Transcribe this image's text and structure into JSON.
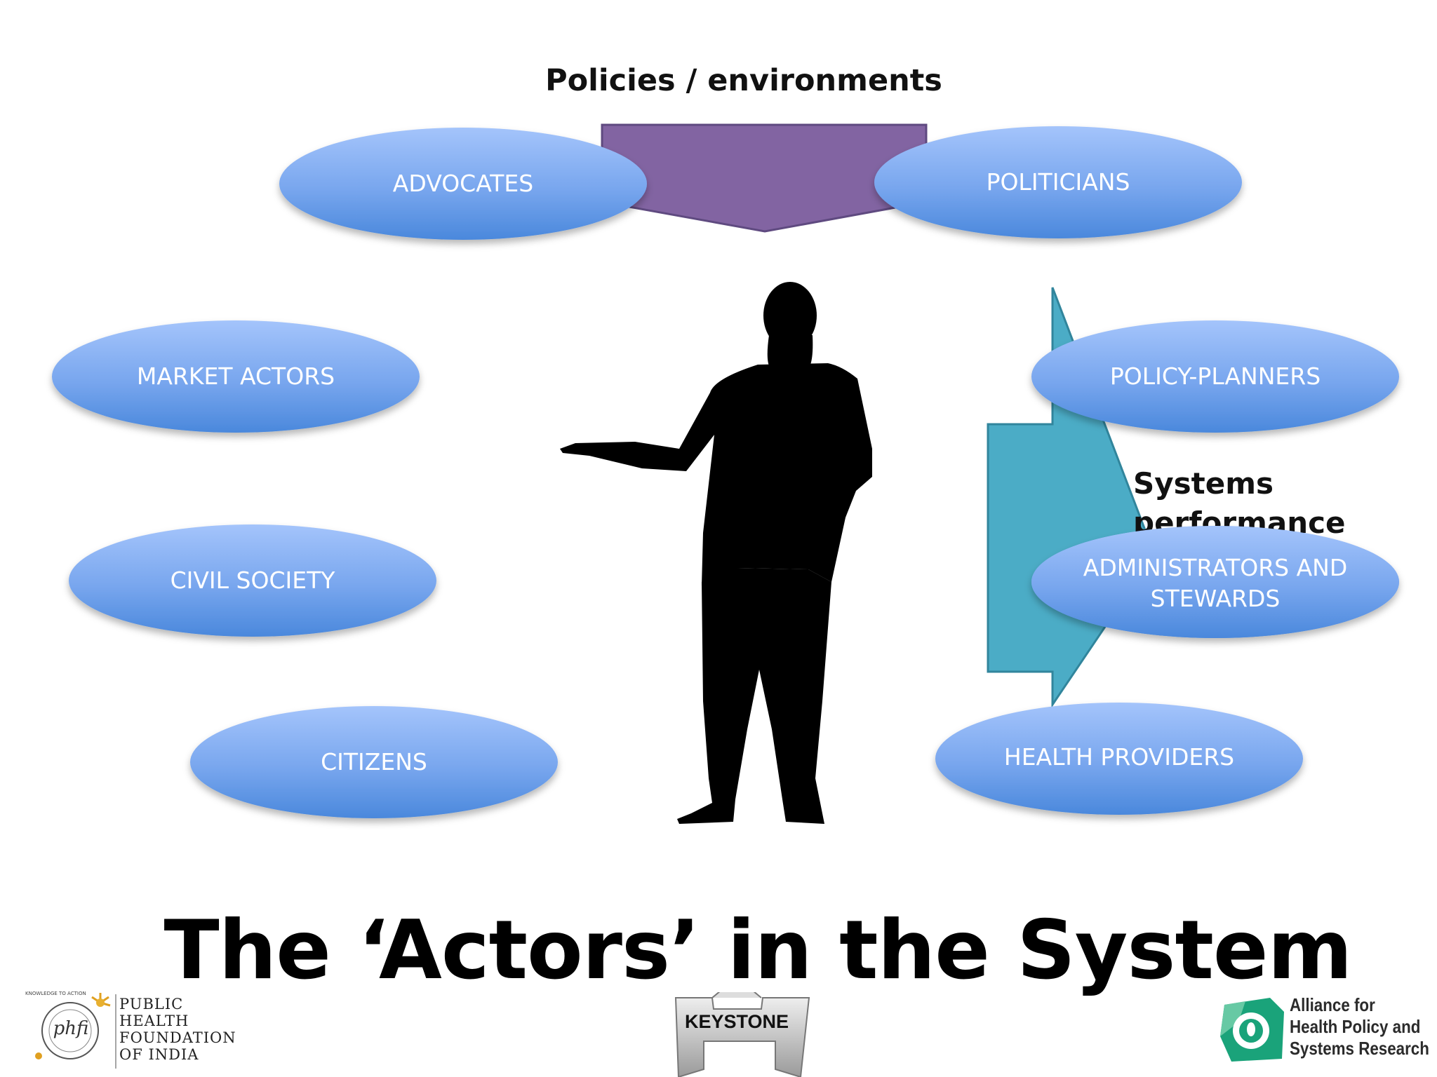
{
  "top_label": "Policies / environments",
  "right_label": "Systems performance",
  "title": "The ‘Actors’  in the System",
  "actors": [
    {
      "id": "advocates",
      "label": "ADVOCATES"
    },
    {
      "id": "politicians",
      "label": "POLITICIANS"
    },
    {
      "id": "market-actors",
      "label": "MARKET ACTORS"
    },
    {
      "id": "policy-planners",
      "label": "POLICY-PLANNERS"
    },
    {
      "id": "civil-society",
      "label": "CIVIL SOCIETY"
    },
    {
      "id": "administrators",
      "label": "ADMINISTRATORS AND STEWARDS"
    },
    {
      "id": "citizens",
      "label": "CITIZENS"
    },
    {
      "id": "health-providers",
      "label": "HEALTH PROVIDERS"
    }
  ],
  "logos": {
    "phfi": {
      "mark_text": "phfi",
      "ring_text": "KNOWLEDGE TO ACTION",
      "lines": [
        "PUBLIC",
        "HEALTH",
        "FOUNDATION",
        "OF INDIA"
      ]
    },
    "keystone": {
      "label": "KEYSTONE"
    },
    "alliance": {
      "lines": [
        "Alliance for",
        "Health Policy and",
        "Systems Research"
      ]
    }
  },
  "colors": {
    "ellipse_top": "#a4c4fb",
    "ellipse_bottom": "#4a88dc",
    "policy_arrow": "#8264a2",
    "performance_arrow": "#4bacc6",
    "alliance_green": "#1aa37a"
  },
  "icons": {
    "presenter": "presenter-silhouette-icon",
    "down_arrow": "down-arrow-icon",
    "right_arrow": "right-arrow-icon"
  }
}
